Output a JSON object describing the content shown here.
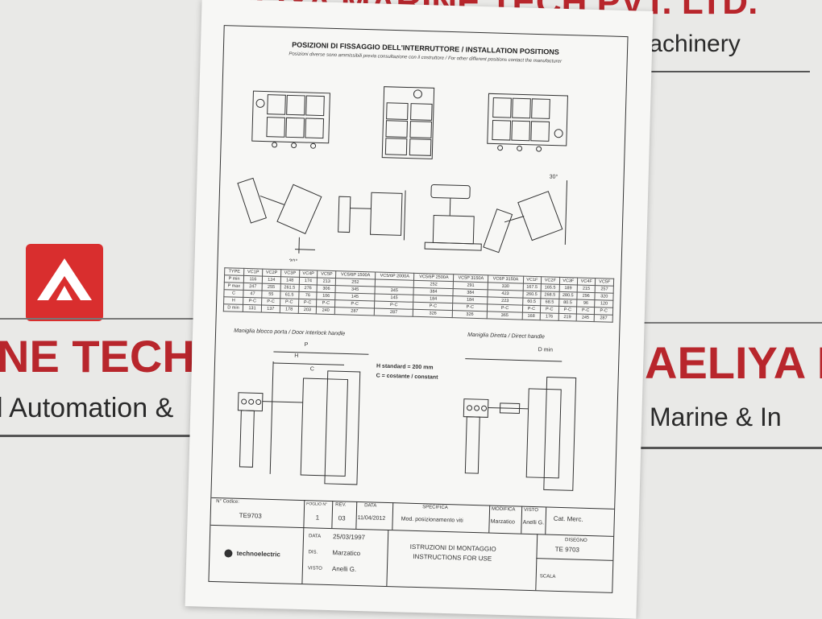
{
  "background": {
    "company_top": "AELIYA MARINE TECH PVT. LTD.",
    "top_right_line": "& Machinery",
    "left_brand": "NE TECH P",
    "left_tagline": "l Automation &",
    "right_brand": "AELIYA M",
    "right_tagline": "Marine & In"
  },
  "sheet": {
    "title": "POSIZIONI DI FISSAGGIO DELL'INTERRUTTORE / INSTALLATION POSITIONS",
    "subtitle": "Posizioni diverse sono ammissibili previa consultazione con il costruttore / For other different positions contact the manufacturer",
    "angle_left": "30°",
    "angle_right": "30°",
    "table": {
      "headers": [
        "TYPE",
        "VC1P",
        "VC2P",
        "VC3P",
        "VC4P",
        "VC5P",
        "VC5/6P 1500A",
        "VC5/6P 2000A",
        "VC5/6P 2500A",
        "VC5P 3150A",
        "VC6P 3150A",
        "VC1F",
        "VC2F",
        "VC3F",
        "VC4F",
        "VC5F"
      ],
      "rows": [
        [
          "P min",
          "116",
          "124",
          "148",
          "174",
          "213",
          "252",
          "",
          "252",
          "291",
          "330",
          "167.5",
          "165.5",
          "189",
          "215",
          "257"
        ],
        [
          "P max",
          "247",
          "255",
          "261.5",
          "276",
          "306",
          "345",
          "345",
          "384",
          "384",
          "423",
          "260.5",
          "268.5",
          "280.5",
          "296",
          "320"
        ],
        [
          "C",
          "47",
          "55",
          "61.5",
          "76",
          "106",
          "145",
          "145",
          "184",
          "184",
          "223",
          "60.5",
          "68.5",
          "80.5",
          "96",
          "120"
        ],
        [
          "H",
          "P-C",
          "P-C",
          "P-C",
          "P-C",
          "P-C",
          "P-C",
          "P-C",
          "P-C",
          "P-C",
          "P-C",
          "P-C",
          "P-C",
          "P-C",
          "P-C",
          "P-C"
        ],
        [
          "D min",
          "131",
          "137",
          "178",
          "203",
          "240",
          "287",
          "287",
          "326",
          "326",
          "365",
          "168",
          "176",
          "219",
          "245",
          "287"
        ]
      ]
    },
    "door_interlock": "Maniglia blocco porta / Door interlock handle",
    "direct_handle": "Maniglia Diretta / Direct handle",
    "dim_p": "P",
    "dim_h": "H",
    "dim_c": "C",
    "dim_dmin": "D min",
    "h_standard": "H standard = 200 mm",
    "c_constant": "C = costante / constant",
    "title_block": {
      "codice_label": "N° Codice:",
      "codice_value": "TE9703",
      "foglio_label": "FOGLIO N°",
      "foglio_value": "1",
      "rev_label": "REV.",
      "rev_value": "03",
      "data_label": "DATA",
      "data_value": "11/04/2012",
      "specifica_label": "SPECIFICA",
      "specifica_value": "Mod. posizionamento viti",
      "modifica_label": "MODIFICA",
      "modifica_value": "Marzatico",
      "visto_label": "VISTO",
      "visto_value": "Anelli G.",
      "cat_label": "Cat. Merc.",
      "brand": "technoelectric",
      "data2_label": "DATA",
      "data2_value": "25/03/1997",
      "dis_label": "DIS.",
      "dis_value": "Marzatico",
      "visto2_label": "VISTO",
      "visto2_value": "Anelli G.",
      "istruzioni": "ISTRUZIONI DI MONTAGGIO",
      "instructions": "INSTRUCTIONS FOR USE",
      "disegno_label": "DISEGNO",
      "disegno_value": "TE 9703",
      "scala_label": "SCALA"
    }
  }
}
